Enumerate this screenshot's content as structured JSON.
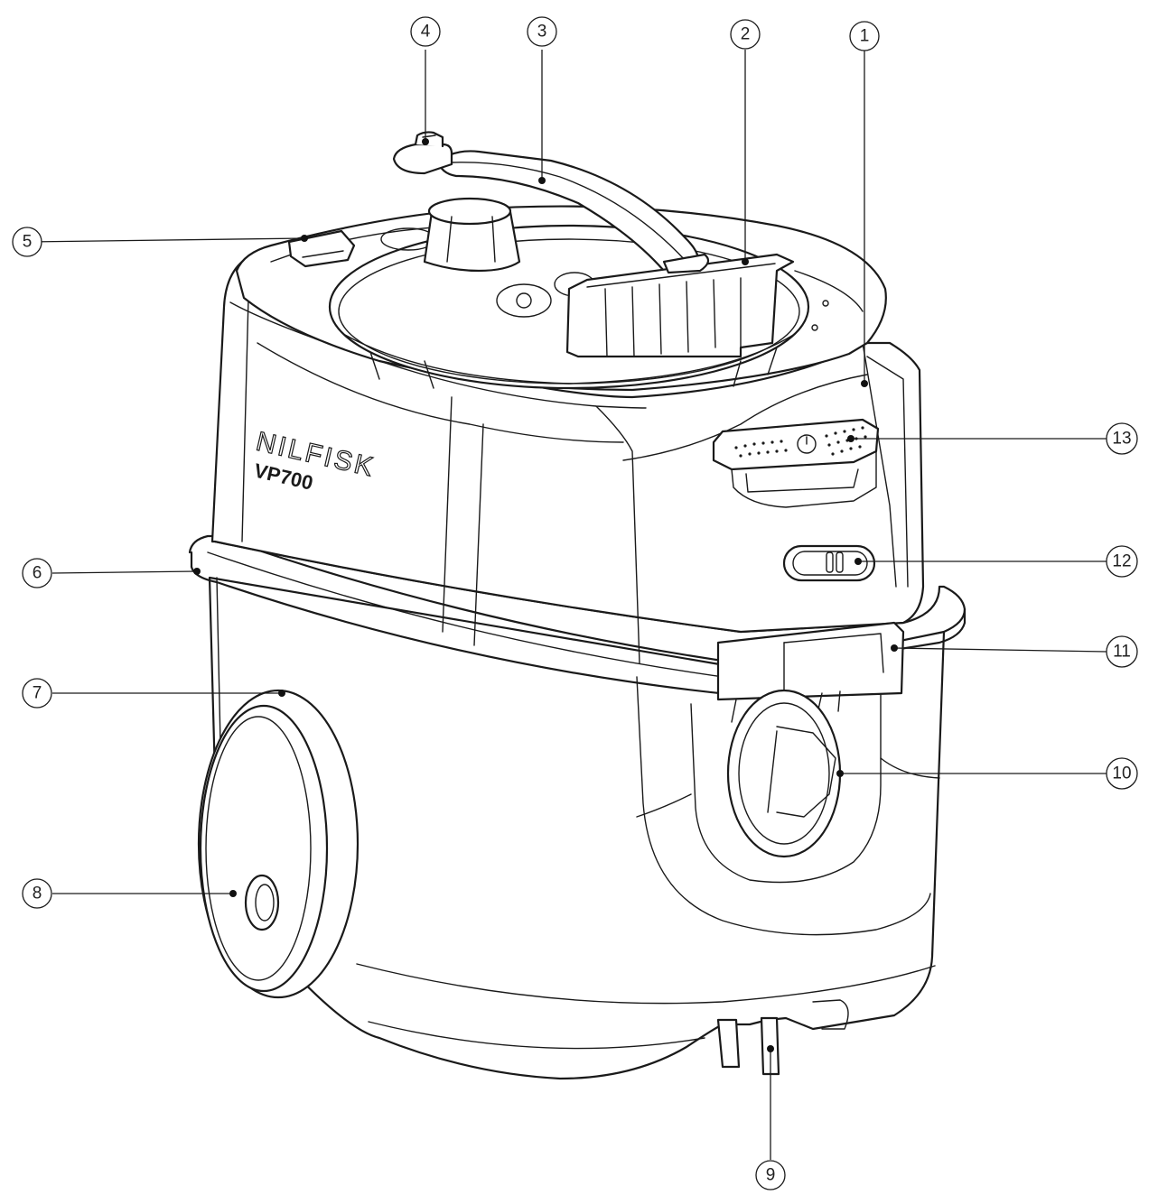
{
  "product": {
    "brand_text": "NILFISK",
    "model_text": "VP700"
  },
  "callouts": [
    {
      "id": "1",
      "label": "1"
    },
    {
      "id": "2",
      "label": "2"
    },
    {
      "id": "3",
      "label": "3"
    },
    {
      "id": "4",
      "label": "4"
    },
    {
      "id": "5",
      "label": "5"
    },
    {
      "id": "6",
      "label": "6"
    },
    {
      "id": "7",
      "label": "7"
    },
    {
      "id": "8",
      "label": "8"
    },
    {
      "id": "9",
      "label": "9"
    },
    {
      "id": "10",
      "label": "10"
    },
    {
      "id": "11",
      "label": "11"
    },
    {
      "id": "12",
      "label": "12"
    },
    {
      "id": "13",
      "label": "13"
    }
  ],
  "colors": {
    "line": "#1a1a1a",
    "background": "#ffffff"
  }
}
